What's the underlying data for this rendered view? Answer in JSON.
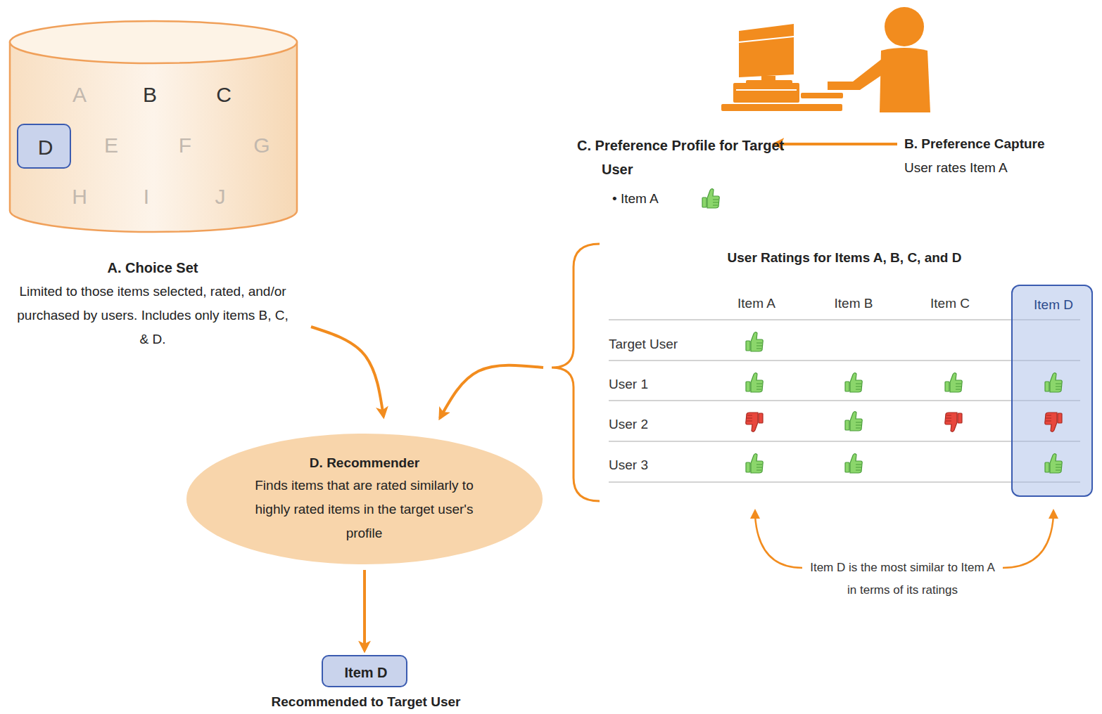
{
  "diagram": {
    "nodes": [
      {
        "text": [
          "A",
          "B",
          "C",
          "E",
          "F",
          "G",
          "H",
          "I",
          "J",
          "A. Choice Set",
          "Limited to those items selected, rated, and/or purchased by users. Includes only items B, C, & D."
        ]
      },
      {
        "text": [
          "D"
        ],
        "in": 0
      },
      {
        "text": [
          "C. Preference Profile for Target User",
          "• Item A"
        ]
      },
      {
        "text": [
          "B. Preference Capture",
          "User rates Item A"
        ]
      },
      {
        "text": [
          "User Ratings for Items A, B, C, and D",
          "Item A",
          "Item B",
          "Item C",
          "Target User",
          "User 1",
          "User 2",
          "User 3"
        ]
      },
      {
        "text": [
          "Item D"
        ],
        "in": 4
      },
      {
        "text": [
          "D. Recommender",
          "Finds items that are rated similarly to highly rated items in the target user's profile"
        ]
      },
      {
        "text": [
          "Item D",
          "Recommended to Target User"
        ]
      }
    ],
    "edges": [
      {
        "from": 3,
        "to": 2,
        "arrow": "to"
      },
      {
        "from": 0,
        "to": 6,
        "arrow": "to"
      },
      {
        "from": 4,
        "to": 6,
        "arrow": "to"
      },
      {
        "from": 6,
        "to": 7,
        "arrow": "to"
      }
    ],
    "labels": [
      "Item D is the most similar to Item A in terms of its ratings"
    ]
  }
}
